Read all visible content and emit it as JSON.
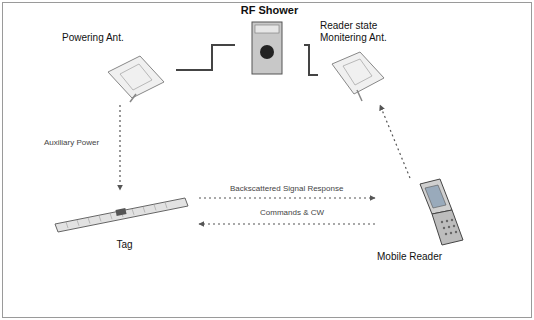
{
  "diagram": {
    "nodes": [
      {
        "text": [
          "RF Shower"
        ]
      },
      {
        "text": [
          "Powering Ant."
        ]
      },
      {
        "text": [
          "Reader state Monitering Ant."
        ]
      },
      {
        "text": [
          "Tag"
        ]
      },
      {
        "text": [
          "Mobile Reader"
        ]
      }
    ],
    "edges": [
      {
        "from": 0,
        "to": 1,
        "arrow": "none"
      },
      {
        "from": 0,
        "to": 2,
        "arrow": "none"
      },
      {
        "from": 1,
        "to": 3,
        "label": "Auxiliary Power",
        "arrow": "to"
      },
      {
        "from": 3,
        "to": 4,
        "label": "Backscattered Signal Response",
        "arrow": "to"
      },
      {
        "from": 4,
        "to": 3,
        "label": "Commands & CW",
        "arrow": "to"
      },
      {
        "from": 4,
        "to": 2,
        "arrow": "to"
      }
    ]
  }
}
